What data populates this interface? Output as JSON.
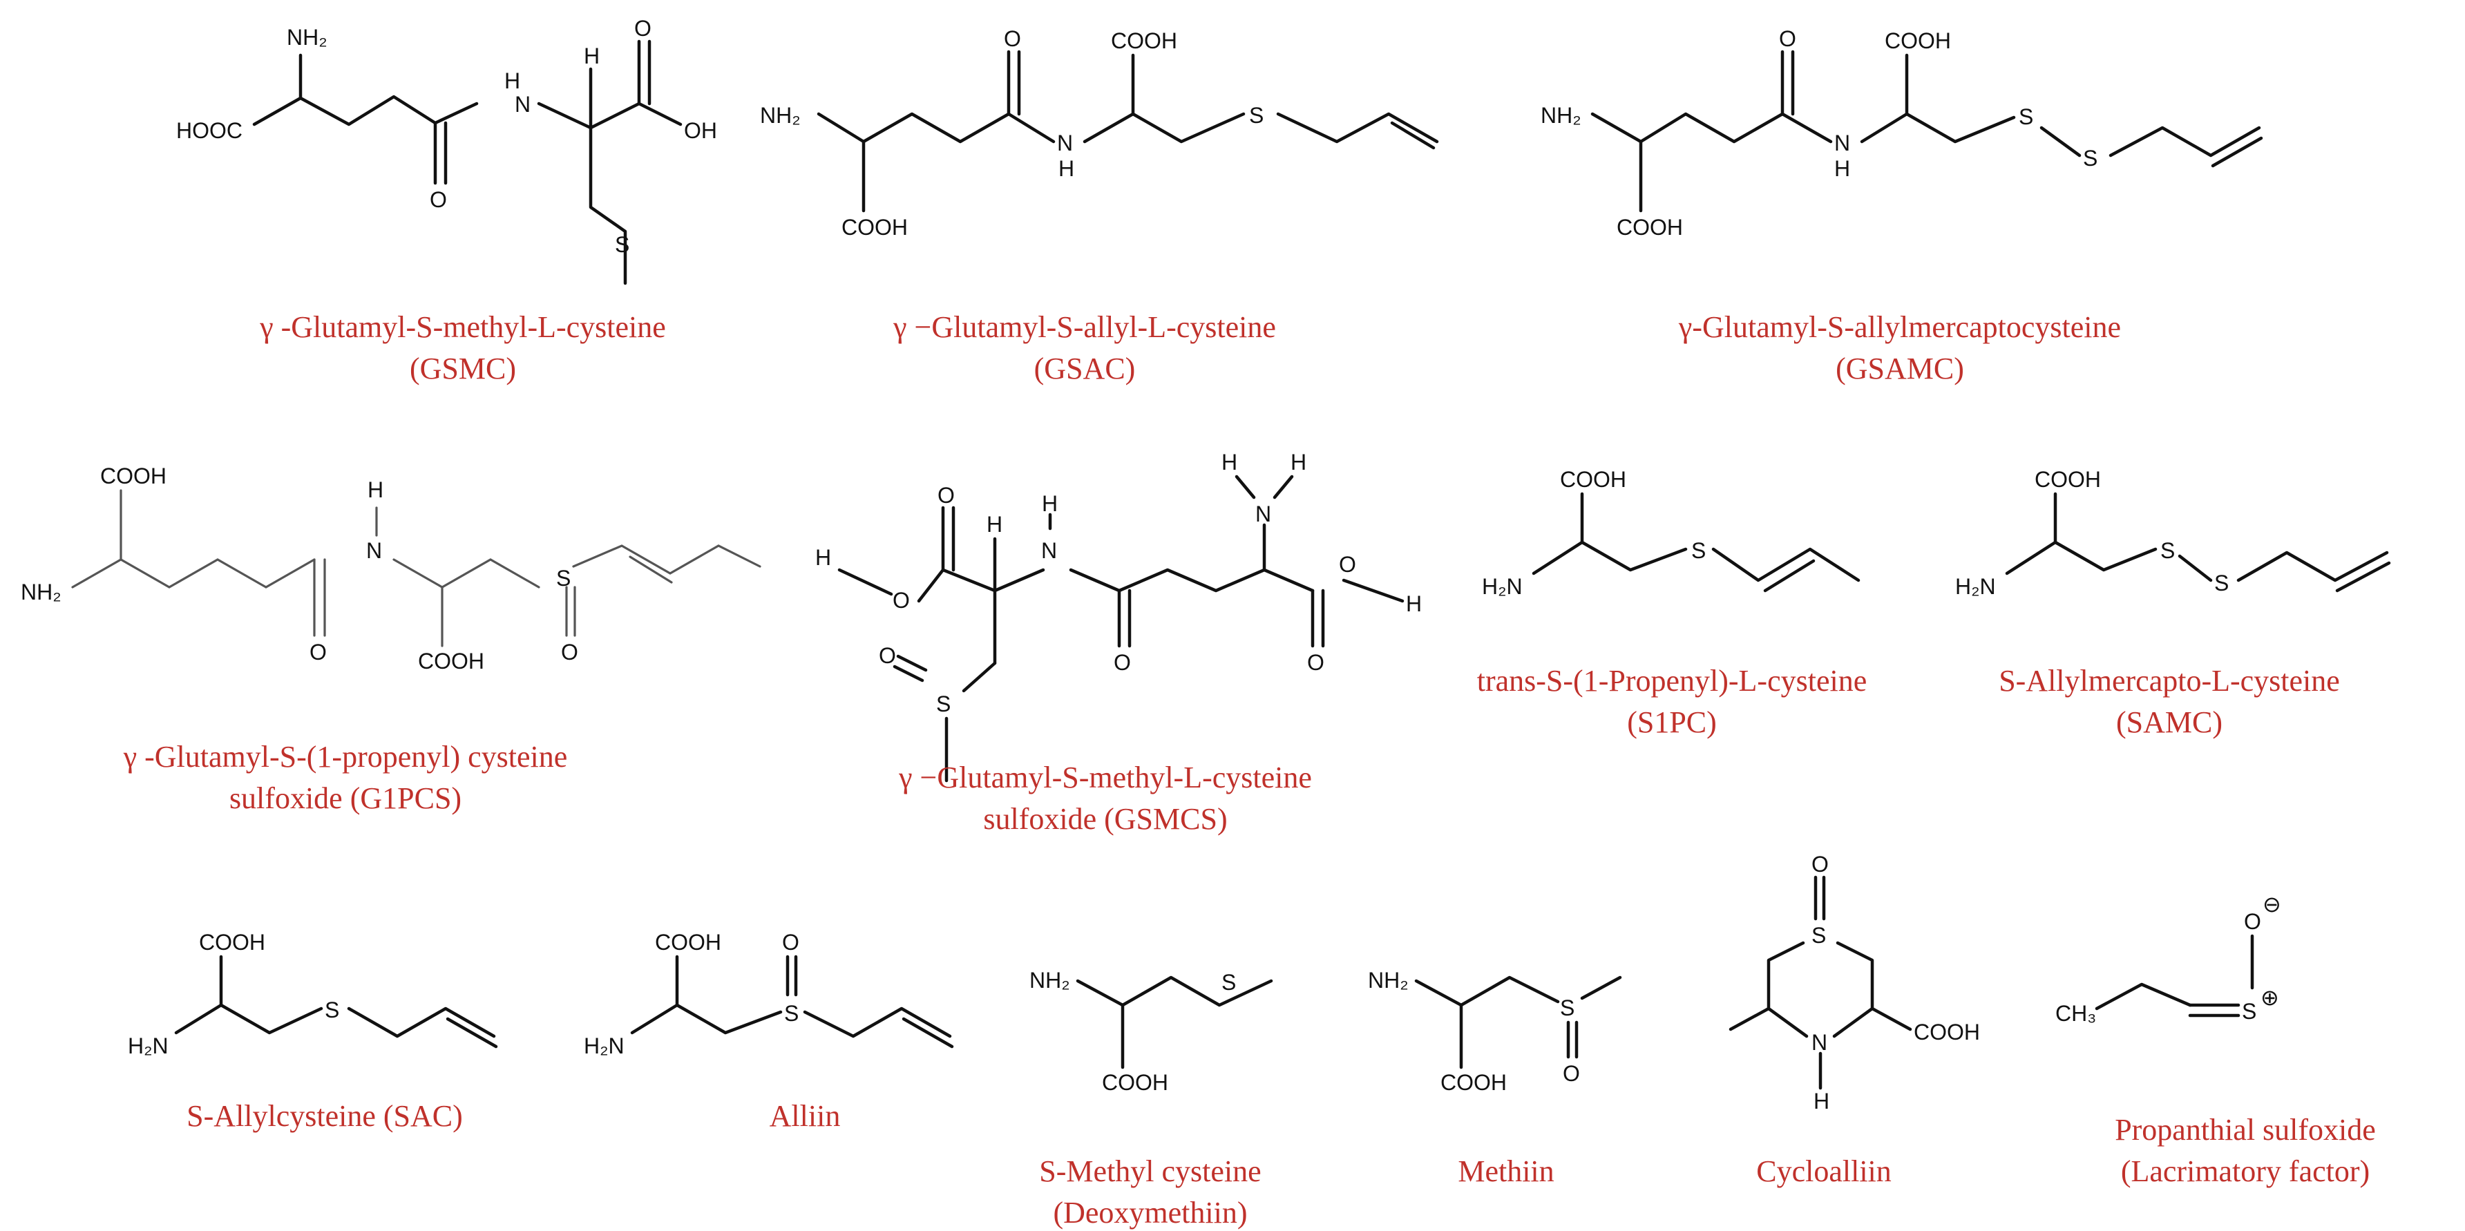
{
  "colors": {
    "caption": "#c0312b",
    "structure": "#111111",
    "background": "#ffffff"
  },
  "compounds": [
    {
      "id": "gsmc",
      "name": "γ -Glutamyl-S-methyl-L-cysteine",
      "abbr": "(GSMC)"
    },
    {
      "id": "gsac",
      "name": "γ −Glutamyl-S-allyl-L-cysteine",
      "abbr": "(GSAC)"
    },
    {
      "id": "gsamc",
      "name": "γ-Glutamyl-S-allylmercaptocysteine",
      "abbr": "(GSAMC)"
    },
    {
      "id": "g1pcs",
      "name": "γ -Glutamyl-S-(1-propenyl) cysteine",
      "abbr": "sulfoxide (G1PCS)"
    },
    {
      "id": "gsmcs",
      "name": "γ −Glutamyl-S-methyl-L-cysteine",
      "abbr": "sulfoxide (GSMCS)"
    },
    {
      "id": "s1pc",
      "name": "trans-S-(1-Propenyl)-L-cysteine",
      "abbr": "(S1PC)"
    },
    {
      "id": "samc",
      "name": "S-Allylmercapto-L-cysteine",
      "abbr": "(SAMC)"
    },
    {
      "id": "sac",
      "name": "S-Allylcysteine (SAC)"
    },
    {
      "id": "alliin",
      "name": "Alliin"
    },
    {
      "id": "smc",
      "name": "S-Methyl cysteine",
      "abbr": "(Deoxymethiin)"
    },
    {
      "id": "methiin",
      "name": "Methiin"
    },
    {
      "id": "cycloalliin",
      "name": "Cycloalliin"
    },
    {
      "id": "psulf",
      "name": "Propanthial sulfoxide",
      "abbr": "(Lacrimatory factor)"
    }
  ],
  "atoms": {
    "NH2": "NH₂",
    "H2N": "H₂N",
    "HOOC": "HOOC",
    "COOH": "COOH",
    "OH": "OH",
    "O": "O",
    "N": "N",
    "H": "H",
    "S": "S",
    "CH3": "CH₃",
    "plus": "⊕",
    "minus": "⊖"
  }
}
